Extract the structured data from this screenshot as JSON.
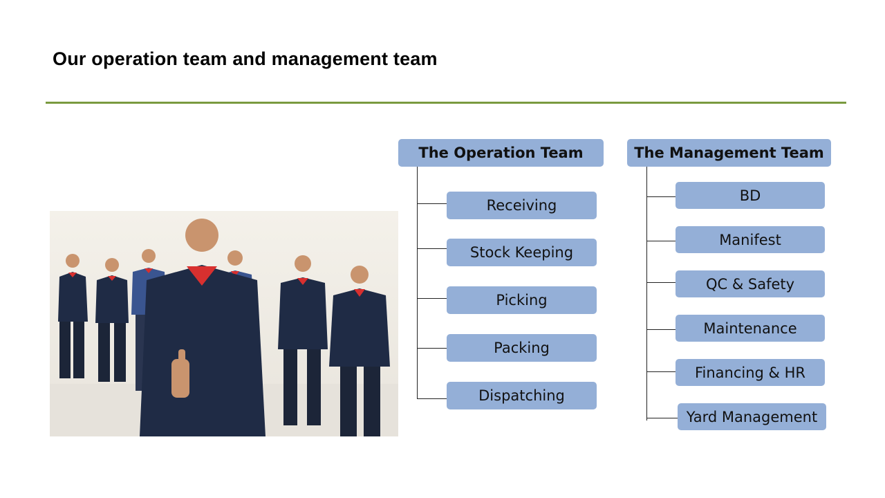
{
  "slide": {
    "title": "Our operation team and management team",
    "accent_color": "#7a9a3f",
    "box_color": "#94afd7"
  },
  "photo": {
    "description": "team-photo",
    "uniform_color": "#1f2b45",
    "collar_color": "#d8302f"
  },
  "operation_team": {
    "header": "The Operation Team",
    "items": [
      "Receiving",
      "Stock Keeping",
      "Picking",
      "Packing",
      "Dispatching"
    ]
  },
  "management_team": {
    "header": "The Management Team",
    "items": [
      "BD",
      "Manifest",
      "QC & Safety",
      "Maintenance",
      "Financing & HR",
      "Yard Management"
    ]
  }
}
